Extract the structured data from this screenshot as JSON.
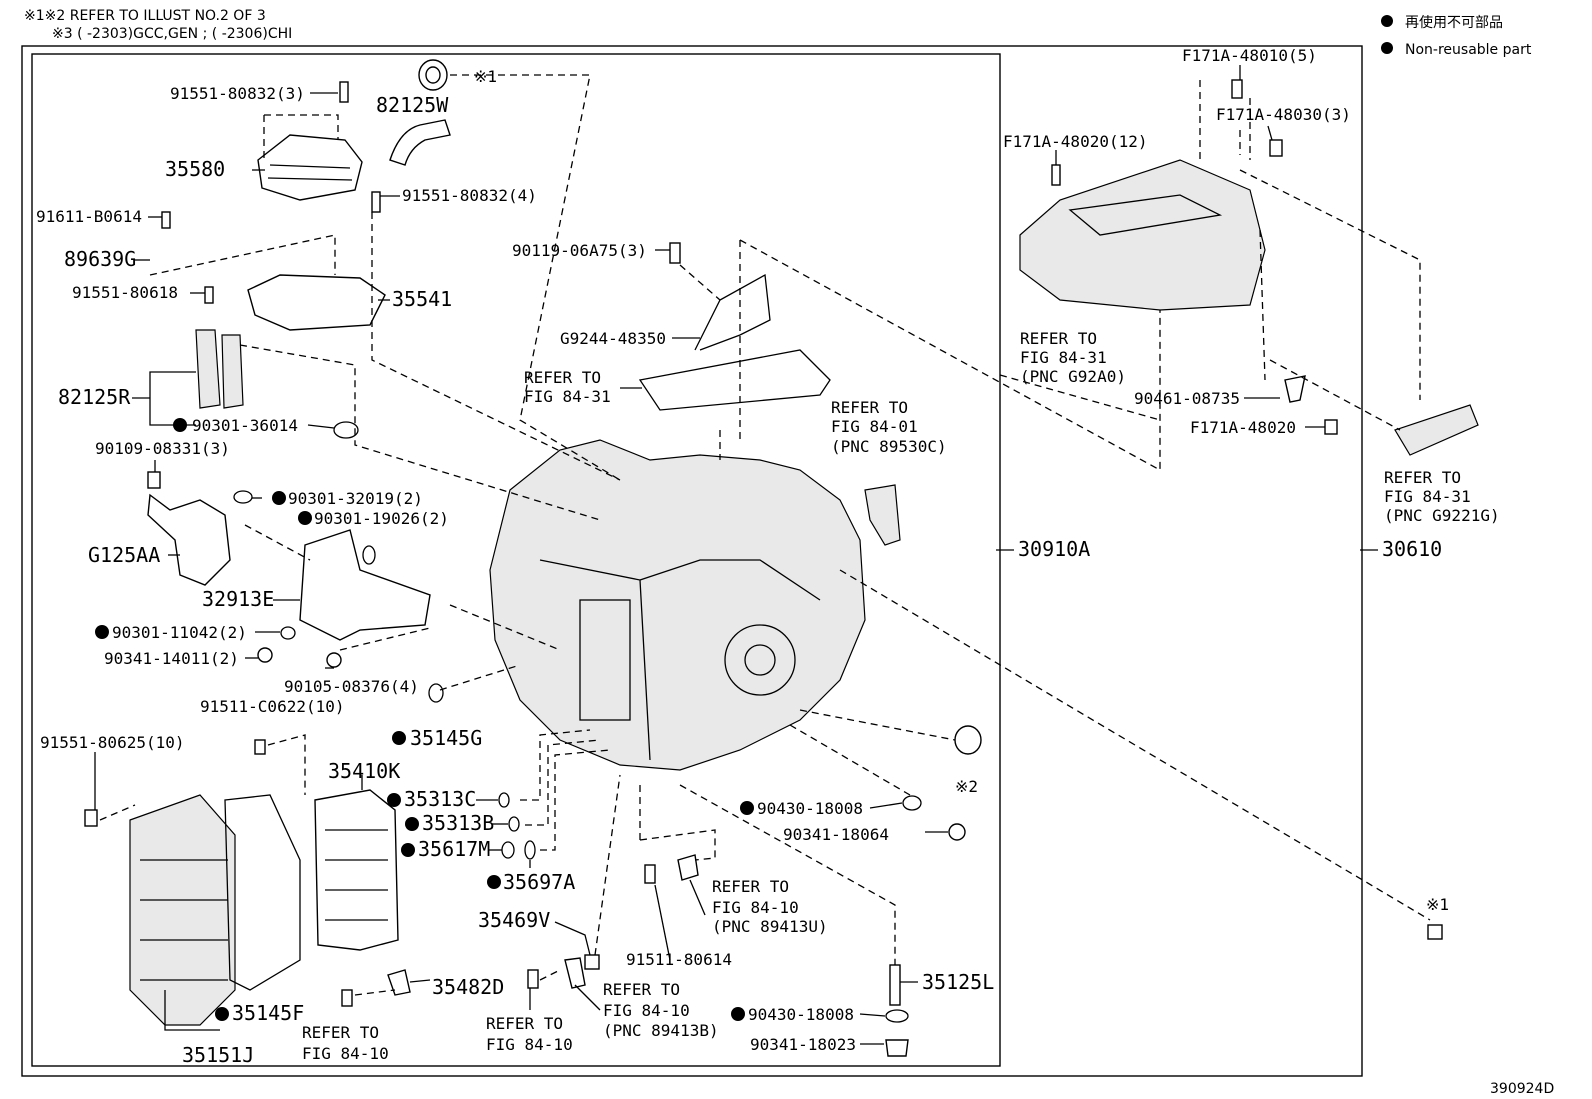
{
  "header": {
    "note1": "※1※2 REFER TO ILLUST NO.2 OF 3",
    "note2": "※3 (      -2303)GCC,GEN ; (      -2306)CHI"
  },
  "legend": {
    "jp": "再使用不可部品",
    "en": "Non-reusable part"
  },
  "footer": {
    "code": "390924D"
  },
  "labels": [
    {
      "id": "l01",
      "text": "91551-80832(3)"
    },
    {
      "id": "l02",
      "text": "82125W"
    },
    {
      "id": "l03",
      "text": "※1"
    },
    {
      "id": "l04",
      "text": "35580"
    },
    {
      "id": "l05",
      "text": "91551-80832(4)"
    },
    {
      "id": "l06",
      "text": "91611-B0614"
    },
    {
      "id": "l07",
      "text": "89639G"
    },
    {
      "id": "l08",
      "text": "91551-80618"
    },
    {
      "id": "l09",
      "text": "35541"
    },
    {
      "id": "l10",
      "text": "82125R"
    },
    {
      "id": "l11",
      "text": "90301-36014"
    },
    {
      "id": "l12",
      "text": "90109-08331(3)"
    },
    {
      "id": "l13",
      "text": "90301-32019(2)"
    },
    {
      "id": "l14",
      "text": "90301-19026(2)"
    },
    {
      "id": "l15",
      "text": "G125AA"
    },
    {
      "id": "l16",
      "text": "32913E"
    },
    {
      "id": "l17",
      "text": "90301-11042(2)"
    },
    {
      "id": "l18",
      "text": "90341-14011(2)"
    },
    {
      "id": "l19",
      "text": "90105-08376(4)"
    },
    {
      "id": "l20",
      "text": "91511-C0622(10)"
    },
    {
      "id": "l21",
      "text": "35145G"
    },
    {
      "id": "l22",
      "text": "91551-80625(10)"
    },
    {
      "id": "l23",
      "text": "35410K"
    },
    {
      "id": "l24",
      "text": "35313C"
    },
    {
      "id": "l25",
      "text": "35313B"
    },
    {
      "id": "l26",
      "text": "35617M"
    },
    {
      "id": "l27",
      "text": "35697A"
    },
    {
      "id": "l28",
      "text": "35469V"
    },
    {
      "id": "l29",
      "text": "35482D"
    },
    {
      "id": "l30",
      "text": "35145F"
    },
    {
      "id": "l31",
      "text": "35151J"
    },
    {
      "id": "l32",
      "text": "REFER TO"
    },
    {
      "id": "l33",
      "text": "FIG 84-10"
    },
    {
      "id": "l34",
      "text": "REFER TO"
    },
    {
      "id": "l35",
      "text": "FIG 84-10"
    },
    {
      "id": "l36",
      "text": "REFER TO"
    },
    {
      "id": "l37",
      "text": "FIG 84-10"
    },
    {
      "id": "l38",
      "text": "(PNC 89413B)"
    },
    {
      "id": "l39",
      "text": "91511-80614"
    },
    {
      "id": "l40",
      "text": "REFER TO"
    },
    {
      "id": "l41",
      "text": "FIG 84-10"
    },
    {
      "id": "l42",
      "text": "(PNC 89413U)"
    },
    {
      "id": "l43",
      "text": "90430-18008"
    },
    {
      "id": "l44",
      "text": "90341-18064"
    },
    {
      "id": "l45",
      "text": "※2"
    },
    {
      "id": "l46",
      "text": "35125L"
    },
    {
      "id": "l47",
      "text": "90430-18008"
    },
    {
      "id": "l48",
      "text": "90341-18023"
    },
    {
      "id": "l49",
      "text": "90119-06A75(3)"
    },
    {
      "id": "l50",
      "text": "G9244-48350"
    },
    {
      "id": "l51",
      "text": "REFER TO"
    },
    {
      "id": "l52",
      "text": "FIG 84-31"
    },
    {
      "id": "l53",
      "text": "REFER TO"
    },
    {
      "id": "l54",
      "text": "FIG 84-01"
    },
    {
      "id": "l55",
      "text": "(PNC 89530C)"
    },
    {
      "id": "l56",
      "text": "30910A"
    },
    {
      "id": "l57",
      "text": "F171A-48010(5)"
    },
    {
      "id": "l58",
      "text": "F171A-48030(3)"
    },
    {
      "id": "l59",
      "text": "F171A-48020(12)"
    },
    {
      "id": "l60",
      "text": "REFER TO"
    },
    {
      "id": "l61",
      "text": "FIG 84-31"
    },
    {
      "id": "l62",
      "text": "(PNC G92A0)"
    },
    {
      "id": "l63",
      "text": "90461-08735"
    },
    {
      "id": "l64",
      "text": "F171A-48020"
    },
    {
      "id": "l65",
      "text": "REFER TO"
    },
    {
      "id": "l66",
      "text": "FIG 84-31"
    },
    {
      "id": "l67",
      "text": "(PNC G9221G)"
    },
    {
      "id": "l68",
      "text": "30610"
    },
    {
      "id": "l69",
      "text": "※1"
    }
  ]
}
